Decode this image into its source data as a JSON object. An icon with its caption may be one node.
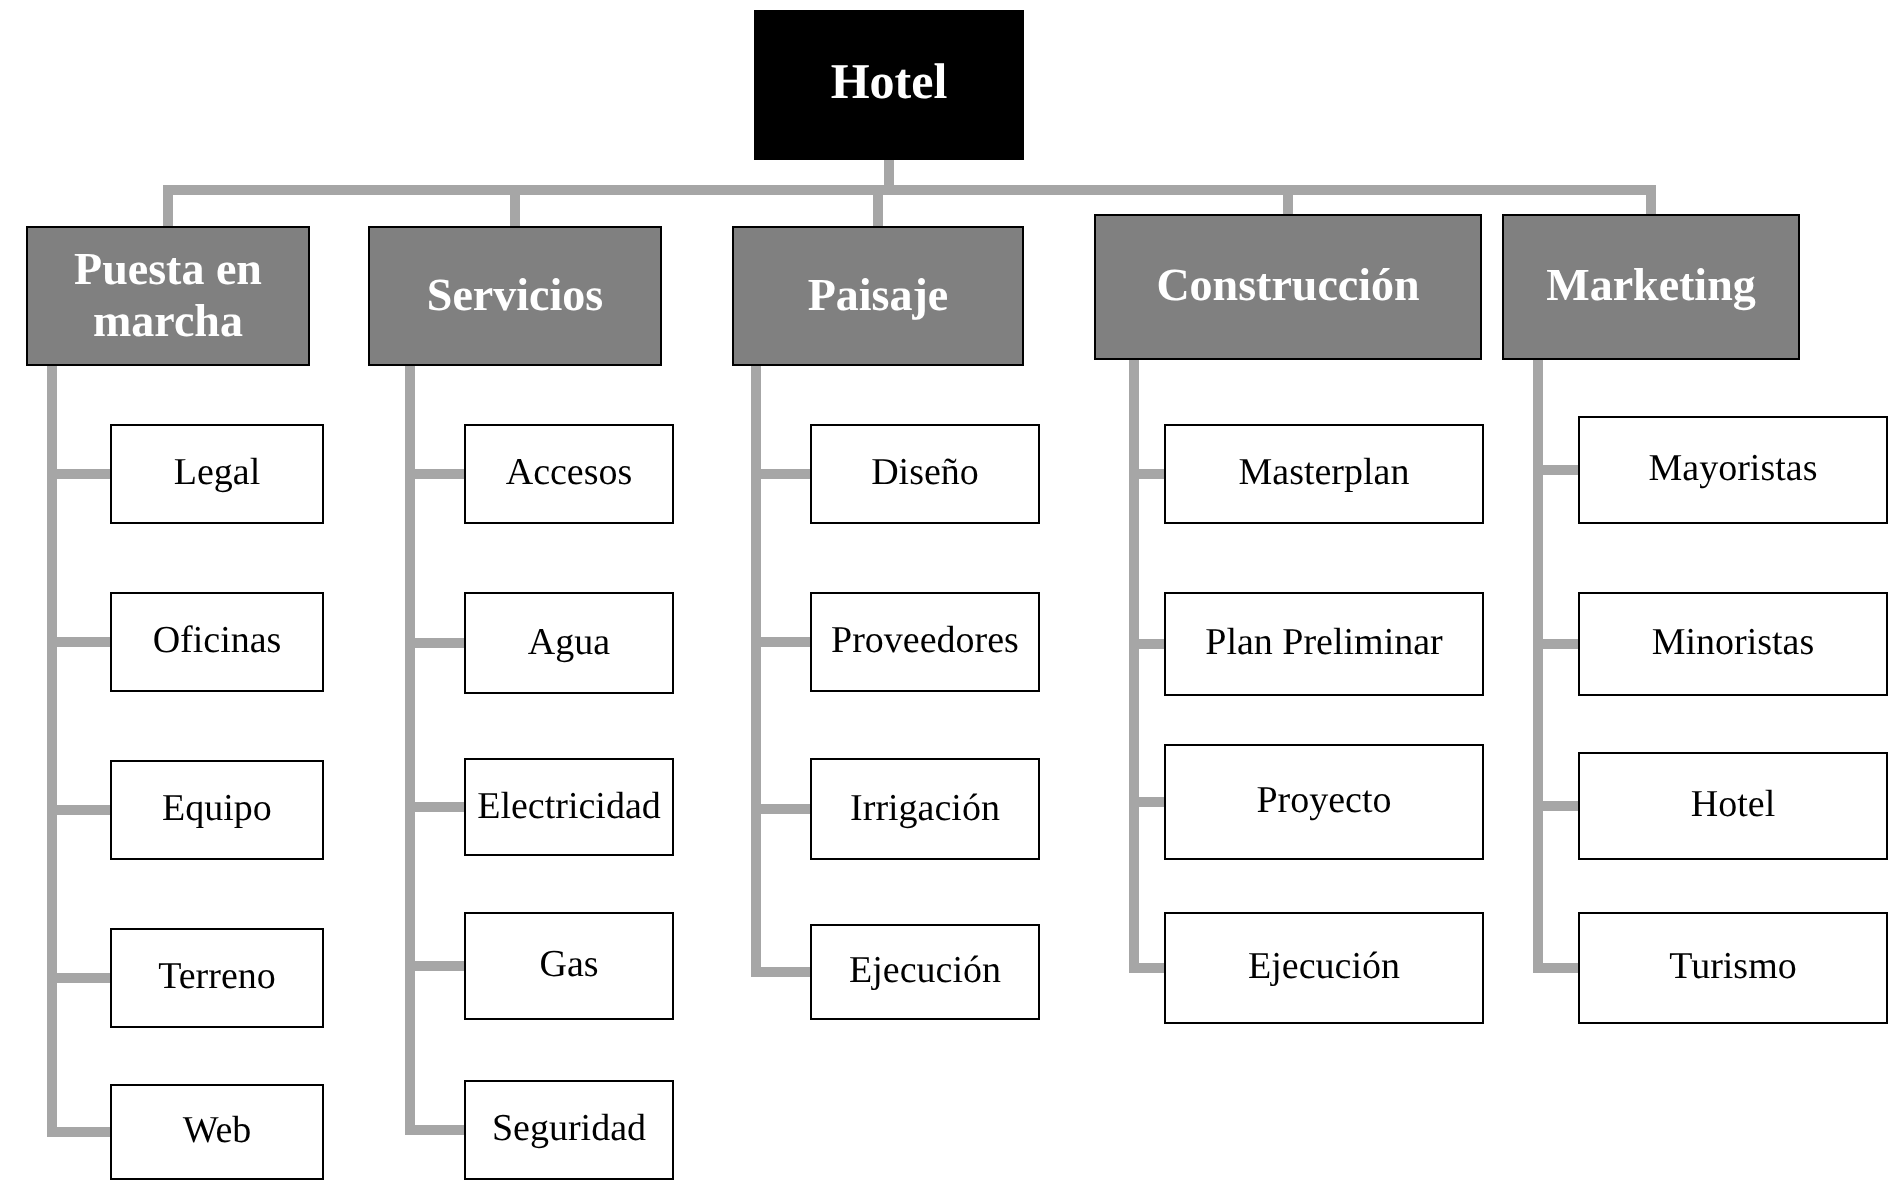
{
  "diagram": {
    "nodes": [
      {
        "text": [
          "Hotel"
        ]
      },
      {
        "text": [
          "Puesta en marcha"
        ]
      },
      {
        "text": [
          "Servicios"
        ]
      },
      {
        "text": [
          "Paisaje"
        ]
      },
      {
        "text": [
          "Construcción"
        ]
      },
      {
        "text": [
          "Marketing"
        ]
      },
      {
        "text": [
          "Legal"
        ]
      },
      {
        "text": [
          "Oficinas"
        ]
      },
      {
        "text": [
          "Equipo"
        ]
      },
      {
        "text": [
          "Terreno"
        ]
      },
      {
        "text": [
          "Web"
        ]
      },
      {
        "text": [
          "Accesos"
        ]
      },
      {
        "text": [
          "Agua"
        ]
      },
      {
        "text": [
          "Electricidad"
        ]
      },
      {
        "text": [
          "Gas"
        ]
      },
      {
        "text": [
          "Seguridad"
        ]
      },
      {
        "text": [
          "Diseño"
        ]
      },
      {
        "text": [
          "Proveedores"
        ]
      },
      {
        "text": [
          "Irrigación"
        ]
      },
      {
        "text": [
          "Ejecución"
        ]
      },
      {
        "text": [
          "Masterplan"
        ]
      },
      {
        "text": [
          "Plan Preliminar"
        ]
      },
      {
        "text": [
          "Proyecto"
        ]
      },
      {
        "text": [
          "Ejecución"
        ]
      },
      {
        "text": [
          "Mayoristas"
        ]
      },
      {
        "text": [
          "Minoristas"
        ]
      },
      {
        "text": [
          "Hotel"
        ]
      },
      {
        "text": [
          "Turismo"
        ]
      }
    ],
    "edges": [
      {
        "from": 0,
        "to": 1,
        "arrow": "none"
      },
      {
        "from": 0,
        "to": 2,
        "arrow": "none"
      },
      {
        "from": 0,
        "to": 3,
        "arrow": "none"
      },
      {
        "from": 0,
        "to": 4,
        "arrow": "none"
      },
      {
        "from": 0,
        "to": 5,
        "arrow": "none"
      },
      {
        "from": 1,
        "to": 6,
        "arrow": "none"
      },
      {
        "from": 1,
        "to": 7,
        "arrow": "none"
      },
      {
        "from": 1,
        "to": 8,
        "arrow": "none"
      },
      {
        "from": 1,
        "to": 9,
        "arrow": "none"
      },
      {
        "from": 1,
        "to": 10,
        "arrow": "none"
      },
      {
        "from": 2,
        "to": 11,
        "arrow": "none"
      },
      {
        "from": 2,
        "to": 12,
        "arrow": "none"
      },
      {
        "from": 2,
        "to": 13,
        "arrow": "none"
      },
      {
        "from": 2,
        "to": 14,
        "arrow": "none"
      },
      {
        "from": 2,
        "to": 15,
        "arrow": "none"
      },
      {
        "from": 3,
        "to": 16,
        "arrow": "none"
      },
      {
        "from": 3,
        "to": 17,
        "arrow": "none"
      },
      {
        "from": 3,
        "to": 18,
        "arrow": "none"
      },
      {
        "from": 3,
        "to": 19,
        "arrow": "none"
      },
      {
        "from": 4,
        "to": 20,
        "arrow": "none"
      },
      {
        "from": 4,
        "to": 21,
        "arrow": "none"
      },
      {
        "from": 4,
        "to": 22,
        "arrow": "none"
      },
      {
        "from": 4,
        "to": 23,
        "arrow": "none"
      },
      {
        "from": 5,
        "to": 24,
        "arrow": "none"
      },
      {
        "from": 5,
        "to": 25,
        "arrow": "none"
      },
      {
        "from": 5,
        "to": 26,
        "arrow": "none"
      },
      {
        "from": 5,
        "to": 27,
        "arrow": "none"
      }
    ]
  }
}
